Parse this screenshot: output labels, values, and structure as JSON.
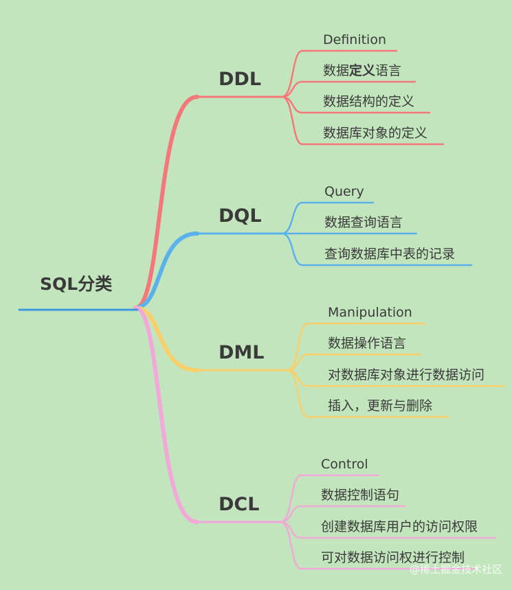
{
  "root": {
    "label": "SQL分类",
    "color": "#3a97e0"
  },
  "branches": [
    {
      "id": "ddl",
      "label": "DDL",
      "color": "#f4787a",
      "leaves": [
        {
          "parts": [
            {
              "text": "Definition"
            }
          ]
        },
        {
          "parts": [
            {
              "text": "数据"
            },
            {
              "text": "定义",
              "bold": true
            },
            {
              "text": "语言"
            }
          ]
        },
        {
          "parts": [
            {
              "text": "数据结构的定义"
            }
          ]
        },
        {
          "parts": [
            {
              "text": "数据库对象的定义"
            }
          ]
        }
      ]
    },
    {
      "id": "dql",
      "label": "DQL",
      "color": "#5ab1ec",
      "leaves": [
        {
          "parts": [
            {
              "text": "Query"
            }
          ]
        },
        {
          "parts": [
            {
              "text": "数据查询语言"
            }
          ]
        },
        {
          "parts": [
            {
              "text": "查询数据库中表的记录"
            }
          ]
        }
      ]
    },
    {
      "id": "dml",
      "label": "DML",
      "color": "#f9cf6a",
      "leaves": [
        {
          "parts": [
            {
              "text": "Manipulation"
            }
          ]
        },
        {
          "parts": [
            {
              "text": "数据操作语言"
            }
          ]
        },
        {
          "parts": [
            {
              "text": "对数据库对象进行数据访问"
            }
          ]
        },
        {
          "parts": [
            {
              "text": "插入，更新与删除"
            }
          ]
        }
      ]
    },
    {
      "id": "dcl",
      "label": "DCL",
      "color": "#f2a8d8",
      "leaves": [
        {
          "parts": [
            {
              "text": "Control"
            }
          ]
        },
        {
          "parts": [
            {
              "text": "数据控制语句"
            }
          ]
        },
        {
          "parts": [
            {
              "text": "创建数据库用户的访问权限"
            }
          ]
        },
        {
          "parts": [
            {
              "text": "可对数据访问权进行控制"
            }
          ]
        }
      ]
    }
  ],
  "watermark": "@稀土掘金技术社区"
}
